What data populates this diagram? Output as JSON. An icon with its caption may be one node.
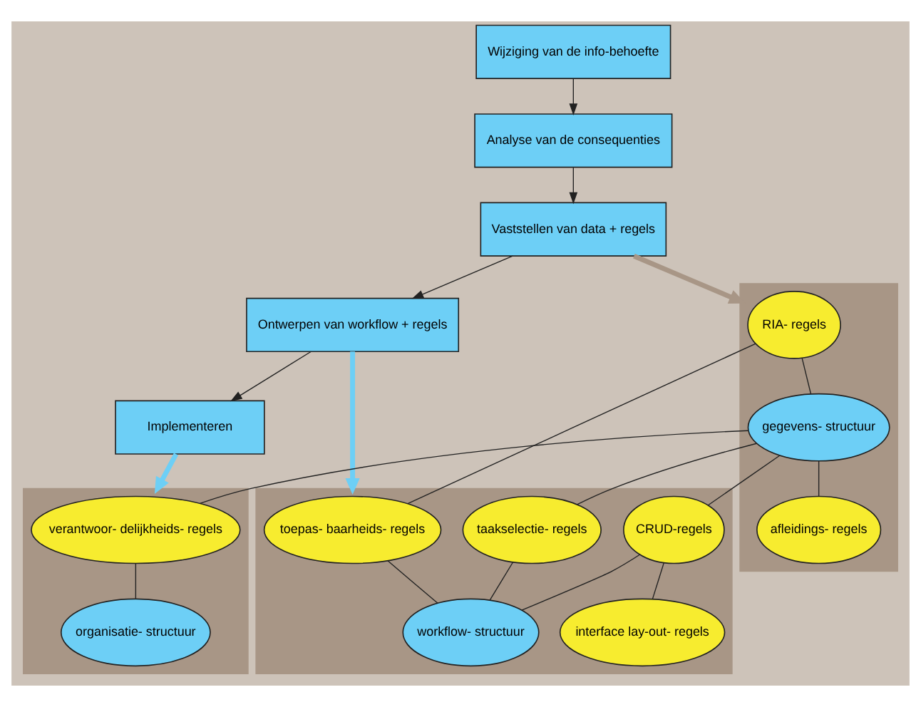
{
  "diagram": {
    "nodes": [
      {
        "text": [
          "Wijziging van de info-behoefte"
        ]
      },
      {
        "text": [
          "Analyse van de consequenties"
        ]
      },
      {
        "text": [
          "Vaststellen van data + regels"
        ]
      },
      {
        "text": [
          "Ontwerpen van workflow + regels"
        ]
      },
      {
        "text": [
          "Implementeren"
        ]
      },
      {
        "text": [],
        "shape": "box"
      },
      {
        "text": [
          "RIA- regels"
        ],
        "in": 5
      },
      {
        "text": [
          "gegevens- structuur"
        ],
        "in": 5
      },
      {
        "text": [
          "afleidings- regels"
        ],
        "in": 5
      },
      {
        "text": [],
        "shape": "box"
      },
      {
        "text": [
          "toepas- baarheids- regels"
        ],
        "in": 9
      },
      {
        "text": [
          "taakselectie- regels"
        ],
        "in": 9
      },
      {
        "text": [
          "CRUD-regels"
        ],
        "in": 9
      },
      {
        "text": [
          "workflow- structuur"
        ],
        "in": 9
      },
      {
        "text": [
          "interface lay-out- regels"
        ],
        "in": 9
      },
      {
        "text": [],
        "shape": "box"
      },
      {
        "text": [
          "verantwoor- delijkheids- regels"
        ],
        "in": 15
      },
      {
        "text": [
          "organisatie- structuur"
        ],
        "in": 15
      }
    ],
    "edges": [
      {
        "from": 0,
        "to": 1,
        "arrow": "to"
      },
      {
        "from": 1,
        "to": 2,
        "arrow": "to"
      },
      {
        "from": 2,
        "to": 3,
        "arrow": "to"
      },
      {
        "from": 3,
        "to": 4,
        "arrow": "to"
      },
      {
        "from": 2,
        "to": 5,
        "arrow": "to",
        "style": "thick",
        "color": "#a89686"
      },
      {
        "from": 3,
        "to": 9,
        "arrow": "to",
        "style": "thick",
        "color": "#6dcff6"
      },
      {
        "from": 4,
        "to": 15,
        "arrow": "to",
        "style": "thick",
        "color": "#6dcff6"
      },
      {
        "from": 6,
        "to": 7,
        "arrow": "none"
      },
      {
        "from": 7,
        "to": 8,
        "arrow": "none"
      },
      {
        "from": 6,
        "to": 10,
        "arrow": "none"
      },
      {
        "from": 7,
        "to": 16,
        "arrow": "none"
      },
      {
        "from": 7,
        "to": 11,
        "arrow": "none"
      },
      {
        "from": 7,
        "to": 12,
        "arrow": "none"
      },
      {
        "from": 10,
        "to": 13,
        "arrow": "none"
      },
      {
        "from": 11,
        "to": 13,
        "arrow": "none"
      },
      {
        "from": 12,
        "to": 13,
        "arrow": "none"
      },
      {
        "from": 12,
        "to": 14,
        "arrow": "none"
      },
      {
        "from": 16,
        "to": 17,
        "arrow": "none"
      }
    ]
  }
}
